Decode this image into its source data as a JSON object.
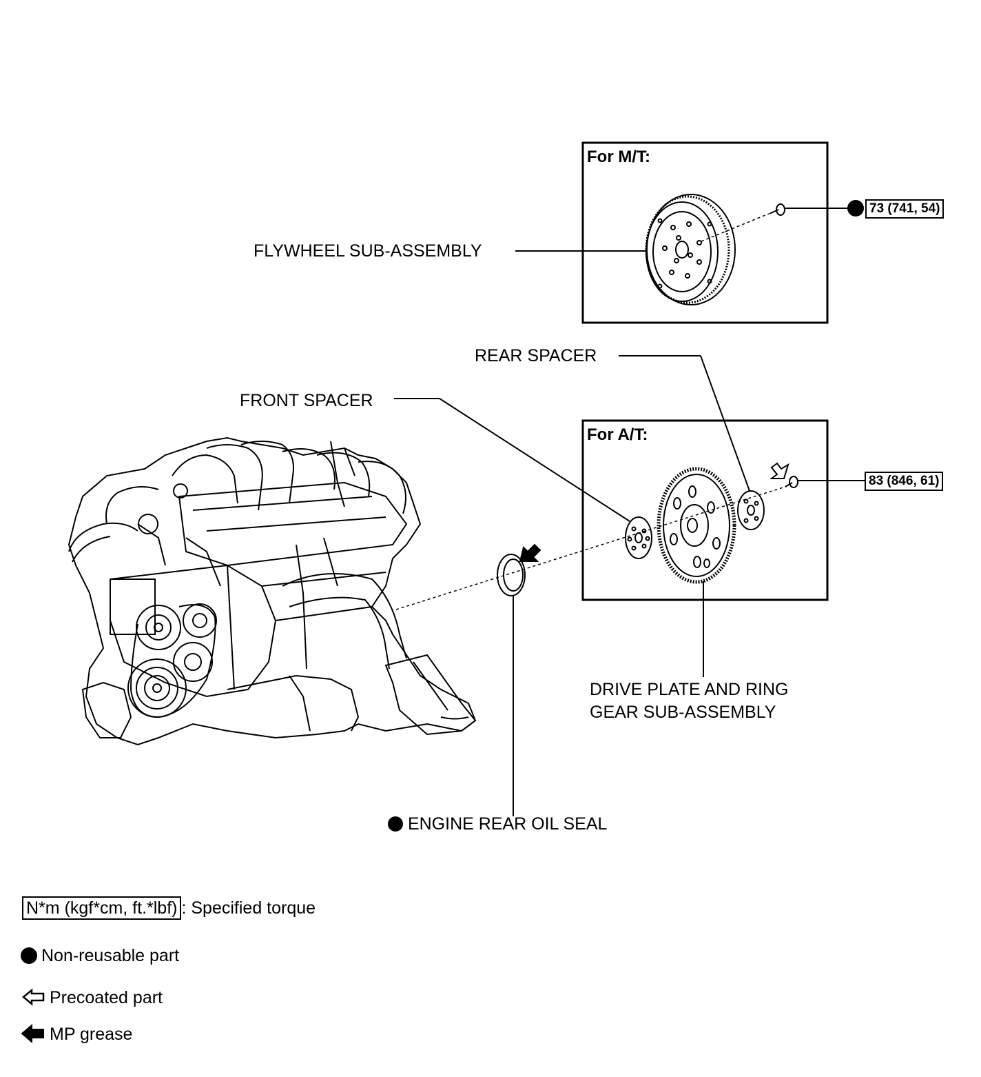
{
  "boxes": {
    "mt": {
      "title": "For M/T:",
      "torque": "73 (741, 54)"
    },
    "at": {
      "title": "For A/T:",
      "torque": "83 (846, 61)"
    }
  },
  "labels": {
    "flywheel": "FLYWHEEL SUB-ASSEMBLY",
    "rear_spacer": "REAR SPACER",
    "front_spacer": "FRONT SPACER",
    "drive_plate_line1": "DRIVE PLATE AND RING",
    "drive_plate_line2": "GEAR SUB-ASSEMBLY",
    "oil_seal": "ENGINE REAR OIL SEAL"
  },
  "legend": {
    "torque_box": "N*m (kgf*cm, ft.*lbf)",
    "torque_desc": ": Specified torque",
    "non_reusable": "Non-reusable part",
    "precoated": "Precoated part",
    "mp_grease": "MP grease"
  },
  "icons": [
    "non-reusable-dot-icon",
    "precoated-arrow-icon",
    "mp-grease-arrow-icon"
  ]
}
